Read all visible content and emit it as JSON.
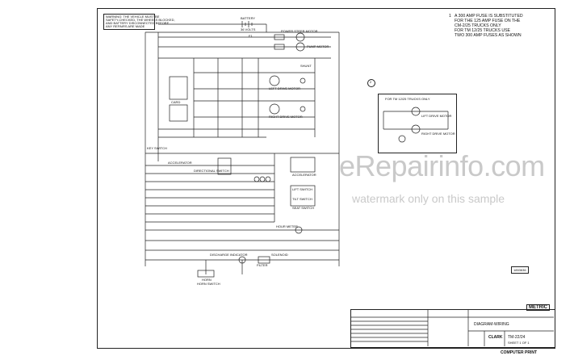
{
  "warning_box": {
    "lines": [
      "WARNING: THE VEHICLE MUST BE",
      "SAFETY-CHECKED, THE WHEELS BLOCKED,",
      "AND BATTERY DISCONNECTED BEFORE",
      "ANY REPAIRS ARE MADE"
    ]
  },
  "top_note": {
    "number": "1",
    "lines": [
      "A 300 AMP FUSE IS SUBSTITUTED",
      "FOR THE 125 AMP FUSE ON THE",
      "CM-2/25 TRUCKS ONLY",
      "FOR TM 12/25 TRUCKS USE",
      "TWO 300 AMP FUSES AS SHOWN"
    ]
  },
  "callout_number": "2",
  "inset": {
    "title": "FOR TM 12/25 TRUCKS ONLY",
    "motor_label": "LIFT DRIVE MOTOR",
    "motor2_label": "RIGHT DRIVE MOTOR"
  },
  "labels": {
    "battery": "BATTERY",
    "battery_volts": "36 VOLTS",
    "power_steer_motor": "POWER STEER MOTOR",
    "pump_motor": "PUMP MOTOR",
    "fuse": "F1",
    "drive_motor_left": "LEFT DRIVE MOTOR",
    "drive_motor_right": "RIGHT DRIVE MOTOR",
    "accelerator": "ACCELERATOR",
    "accelerator2": "ACCELERATOR",
    "directional_switch": "DIRECTIONAL SWITCH",
    "card": "CARD",
    "key_switch": "KEY SWITCH",
    "hour_meter": "HOUR METER",
    "discharge_indicator": "DISCHARGE INDICATOR",
    "solenoid": "SOLENOID",
    "horn": "HORN",
    "horn_switch": "HORN SWITCH",
    "filter": "FILTER",
    "seat_switch": "SEAT SWITCH",
    "lift_switch": "LIFT SWITCH",
    "tilt_switch": "TILT SWITCH",
    "shunt": "SHUNT"
  },
  "watermark": {
    "site": "eRepairinfo.com",
    "note": "watermark only on this sample"
  },
  "title_block": {
    "diagram_title": "DIAGRAM-WIRING",
    "brand": "CLARK",
    "drawing_no": "TM-22/24",
    "sheet": "SHEET 1 OF 1",
    "metric": "METRIC",
    "computer_print": "COMPUTER PRINT",
    "rev_tag": "1853636"
  }
}
